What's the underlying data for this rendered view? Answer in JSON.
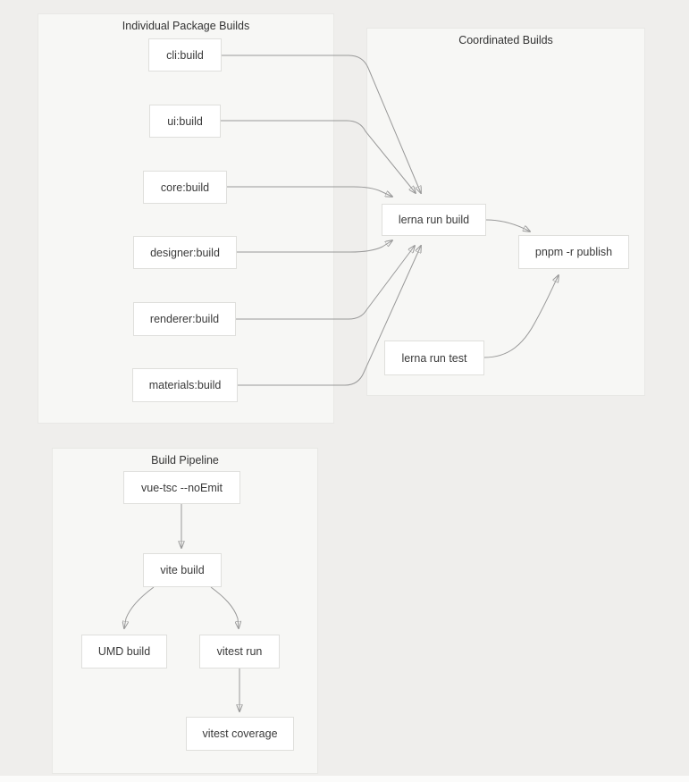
{
  "groups": {
    "individual": {
      "title": "Individual Package Builds"
    },
    "coordinated": {
      "title": "Coordinated Builds"
    },
    "pipeline": {
      "title": "Build Pipeline"
    }
  },
  "nodes": {
    "cli_build": {
      "label": "cli:build"
    },
    "ui_build": {
      "label": "ui:build"
    },
    "core_build": {
      "label": "core:build"
    },
    "designer_build": {
      "label": "designer:build"
    },
    "renderer_build": {
      "label": "renderer:build"
    },
    "materials_build": {
      "label": "materials:build"
    },
    "lerna_run_build": {
      "label": "lerna run build"
    },
    "pnpm_publish": {
      "label": "pnpm -r publish"
    },
    "lerna_run_test": {
      "label": "lerna run test"
    },
    "vue_tsc": {
      "label": "vue-tsc --noEmit"
    },
    "vite_build": {
      "label": "vite build"
    },
    "umd_build": {
      "label": "UMD build"
    },
    "vitest_run": {
      "label": "vitest run"
    },
    "vitest_coverage": {
      "label": "vitest coverage"
    }
  },
  "edges": [
    {
      "from": "cli:build",
      "to": "lerna run build"
    },
    {
      "from": "ui:build",
      "to": "lerna run build"
    },
    {
      "from": "core:build",
      "to": "lerna run build"
    },
    {
      "from": "designer:build",
      "to": "lerna run build"
    },
    {
      "from": "renderer:build",
      "to": "lerna run build"
    },
    {
      "from": "materials:build",
      "to": "lerna run build"
    },
    {
      "from": "lerna run build",
      "to": "pnpm -r publish"
    },
    {
      "from": "lerna run test",
      "to": "pnpm -r publish"
    },
    {
      "from": "vue-tsc --noEmit",
      "to": "vite build"
    },
    {
      "from": "vite build",
      "to": "UMD build"
    },
    {
      "from": "vite build",
      "to": "vitest run"
    },
    {
      "from": "vitest run",
      "to": "vitest coverage"
    }
  ],
  "colors": {
    "page_bg": "#efeeec",
    "group_bg": "#f7f7f5",
    "group_border": "#e8e8e5",
    "node_bg": "#ffffff",
    "node_border": "#dfdfdc",
    "edge": "#999999",
    "text": "#3a3a3a"
  }
}
